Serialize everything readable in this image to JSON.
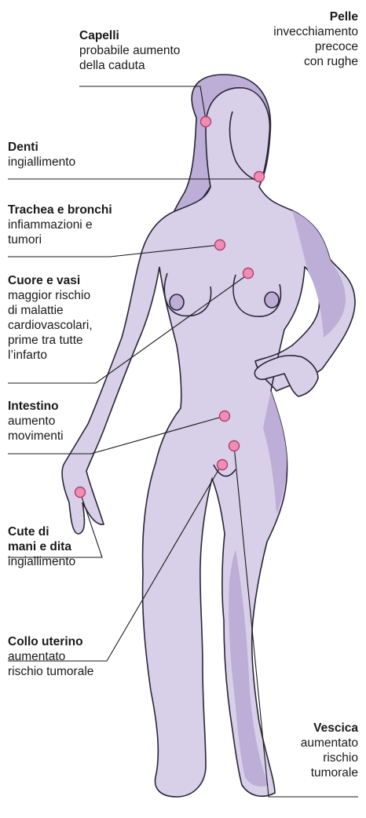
{
  "colors": {
    "body_fill": "#d8cfe8",
    "body_shadow": "#bcaed6",
    "outline": "#2a2538",
    "marker": "#ec8fb2",
    "marker_stroke": "#b83c72",
    "leader": "#1a1a1a"
  },
  "labels": [
    {
      "id": "pelle",
      "title": "Pelle",
      "desc": "invecchiamento\nprecoce\ncon rughe"
    },
    {
      "id": "capelli",
      "title": "Capelli",
      "desc": "probabile aumento\ndella caduta"
    },
    {
      "id": "denti",
      "title": "Denti",
      "desc": "ingiallimento"
    },
    {
      "id": "trachea",
      "title": "Trachea e bronchi",
      "desc": "infiammazioni e\ntumori"
    },
    {
      "id": "cuore",
      "title": "Cuore e vasi",
      "desc": "maggior rischio\ndi malattie\ncardiovascolari,\nprime tra tutte\nl’infarto"
    },
    {
      "id": "intestino",
      "title": "Intestino",
      "desc": "aumento\nmovimenti"
    },
    {
      "id": "cute",
      "title": "Cute di\nmani e dita",
      "desc": "ingiallimento"
    },
    {
      "id": "collo",
      "title": "Collo uterino",
      "desc": "aumentato\nrischio tumorale"
    },
    {
      "id": "vescica",
      "title": "Vescica",
      "desc": "aumentato\nrischio\ntumorale"
    }
  ]
}
